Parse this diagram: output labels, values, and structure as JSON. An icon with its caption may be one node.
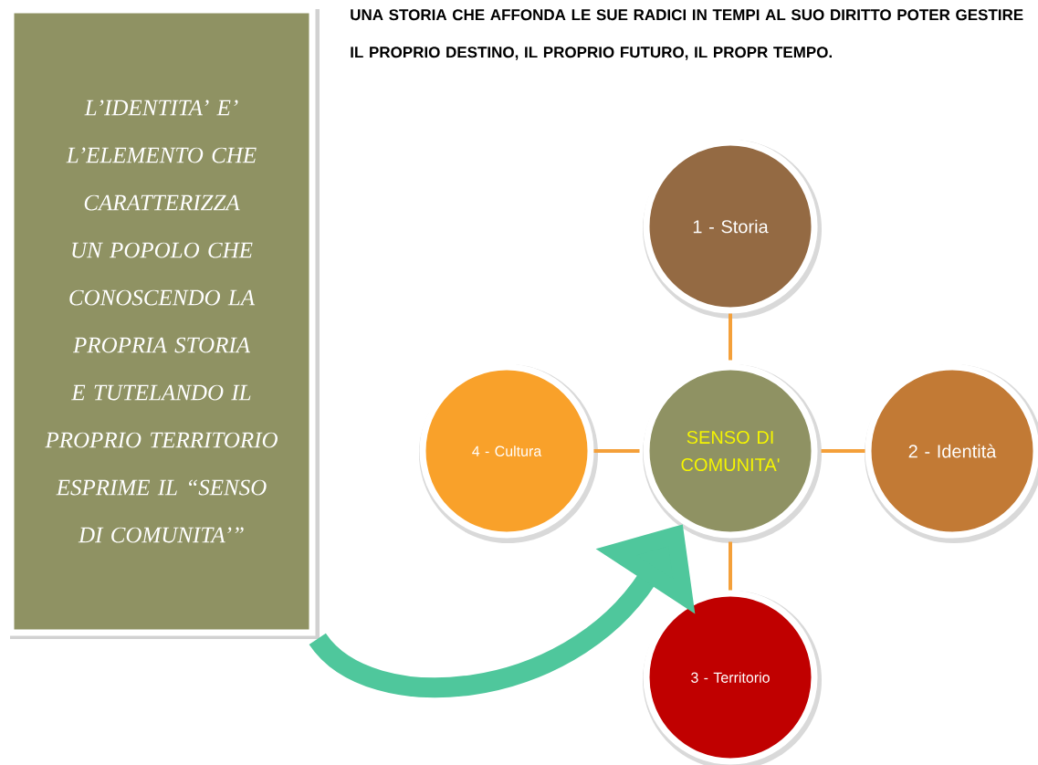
{
  "diagram": {
    "nodes": [
      {
        "text": [
          "L’IDENTITA’ E’ L’ELEMENTO CHE CARATTERIZZA UN POPOLO CHE CONOSCENDO LA PROPRIA STORIA E TUTELANDO IL PROPRIO TERRITORIO ESPRIME IL “SENSO DI COMUNITA’”"
        ]
      },
      {
        "text": [
          "SENSO DI COMUNITA'"
        ]
      },
      {
        "text": [
          "1 - Storia"
        ]
      },
      {
        "text": [
          "2 - Identità"
        ]
      },
      {
        "text": [
          "3 - Territorio"
        ]
      },
      {
        "text": [
          "4 - Cultura"
        ]
      }
    ],
    "edges": [
      {
        "from": 1,
        "to": 2,
        "arrow": "none"
      },
      {
        "from": 1,
        "to": 3,
        "arrow": "none"
      },
      {
        "from": 1,
        "to": 4,
        "arrow": "none"
      },
      {
        "from": 1,
        "to": 5,
        "arrow": "none"
      },
      {
        "from": 0,
        "to": 1,
        "arrow": "to",
        "style": "thick",
        "color": "#4fc79c"
      }
    ],
    "labels": [
      "UNA STORIA CHE AFFONDA LE SUE RADICI IN TEMPI AL SUO DIRITTO POTER GESTIRE IL PROPRIO DESTINO, IL PROPRIO FUTURO, IL PROPR TEMPO."
    ]
  }
}
